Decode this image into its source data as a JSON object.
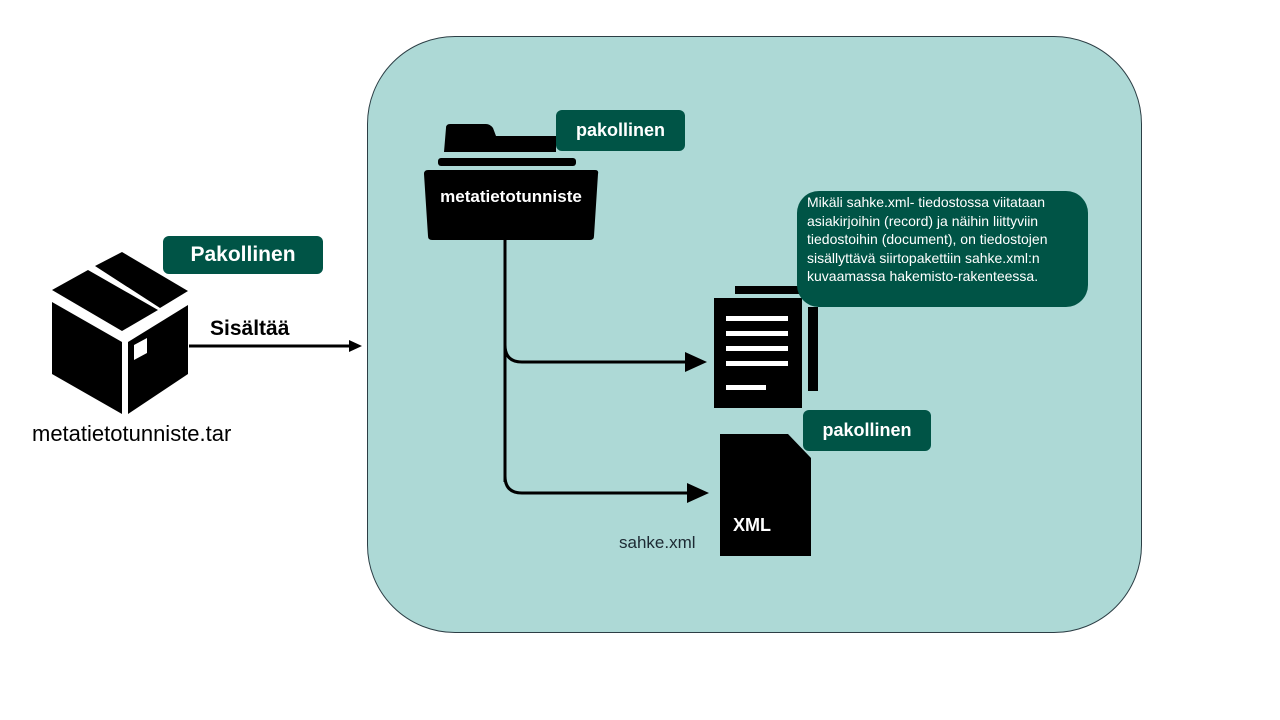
{
  "package": {
    "filename": "metatietotunniste.tar",
    "badge": "Pakollinen",
    "arrow_label": "Sisältää"
  },
  "contents": {
    "folder": {
      "label": "metatietotunniste",
      "badge": "pakollinen"
    },
    "note": "Mikäli sahke.xml- tiedostossa viitataan asiakirjoihin (record) ja näihin liittyviin tiedostoihin (document), on tiedostojen sisällyttävä siirtopakettiin sahke.xml:n kuvaamassa hakemisto-rakenteessa.",
    "xml_file": {
      "icon_text": "XML",
      "filename": "sahke.xml",
      "badge": "pakollinen"
    }
  },
  "colors": {
    "panel_fill": "#add9d6",
    "badge_fill": "#005446",
    "icon": "#000000"
  },
  "icons": [
    "package-box-icon",
    "folder-icon",
    "documents-icon",
    "xml-file-icon"
  ]
}
